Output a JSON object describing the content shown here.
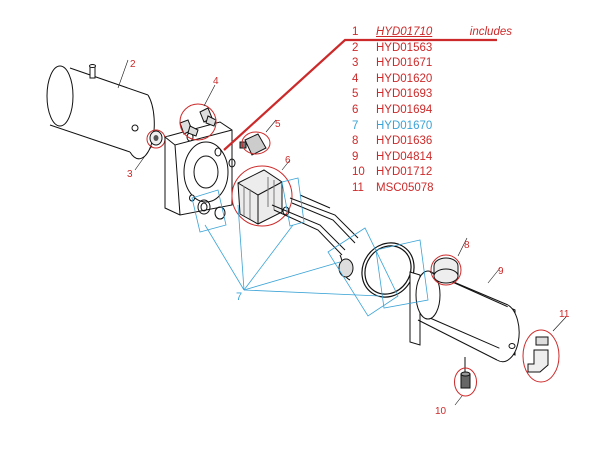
{
  "parts": [
    {
      "num": "1",
      "code": "HYD01710",
      "suffix": "includes",
      "color": "#cc2a2a",
      "header": true
    },
    {
      "num": "2",
      "code": "HYD01563",
      "color": "#cc2a2a"
    },
    {
      "num": "3",
      "code": "HYD01671",
      "color": "#cc2a2a"
    },
    {
      "num": "4",
      "code": "HYD01620",
      "color": "#cc2a2a"
    },
    {
      "num": "5",
      "code": "HYD01693",
      "color": "#cc2a2a"
    },
    {
      "num": "6",
      "code": "HYD01694",
      "color": "#cc2a2a"
    },
    {
      "num": "7",
      "code": "HYD01670",
      "color": "#3aa3d6"
    },
    {
      "num": "8",
      "code": "HYD01636",
      "color": "#cc2a2a"
    },
    {
      "num": "9",
      "code": "HYD04814",
      "color": "#cc2a2a"
    },
    {
      "num": "10",
      "code": "HYD01712",
      "color": "#cc2a2a"
    },
    {
      "num": "11",
      "code": "MSC05078",
      "color": "#cc2a2a"
    }
  ],
  "callouts": {
    "c2": "2",
    "c3": "3",
    "c4": "4",
    "c5": "5",
    "c6": "6",
    "c7": "7",
    "c8": "8",
    "c9": "9",
    "c10": "10",
    "c11": "11"
  },
  "colors": {
    "red": "#cc2a2a",
    "blue": "#3aa3d6",
    "line": "#111111"
  }
}
